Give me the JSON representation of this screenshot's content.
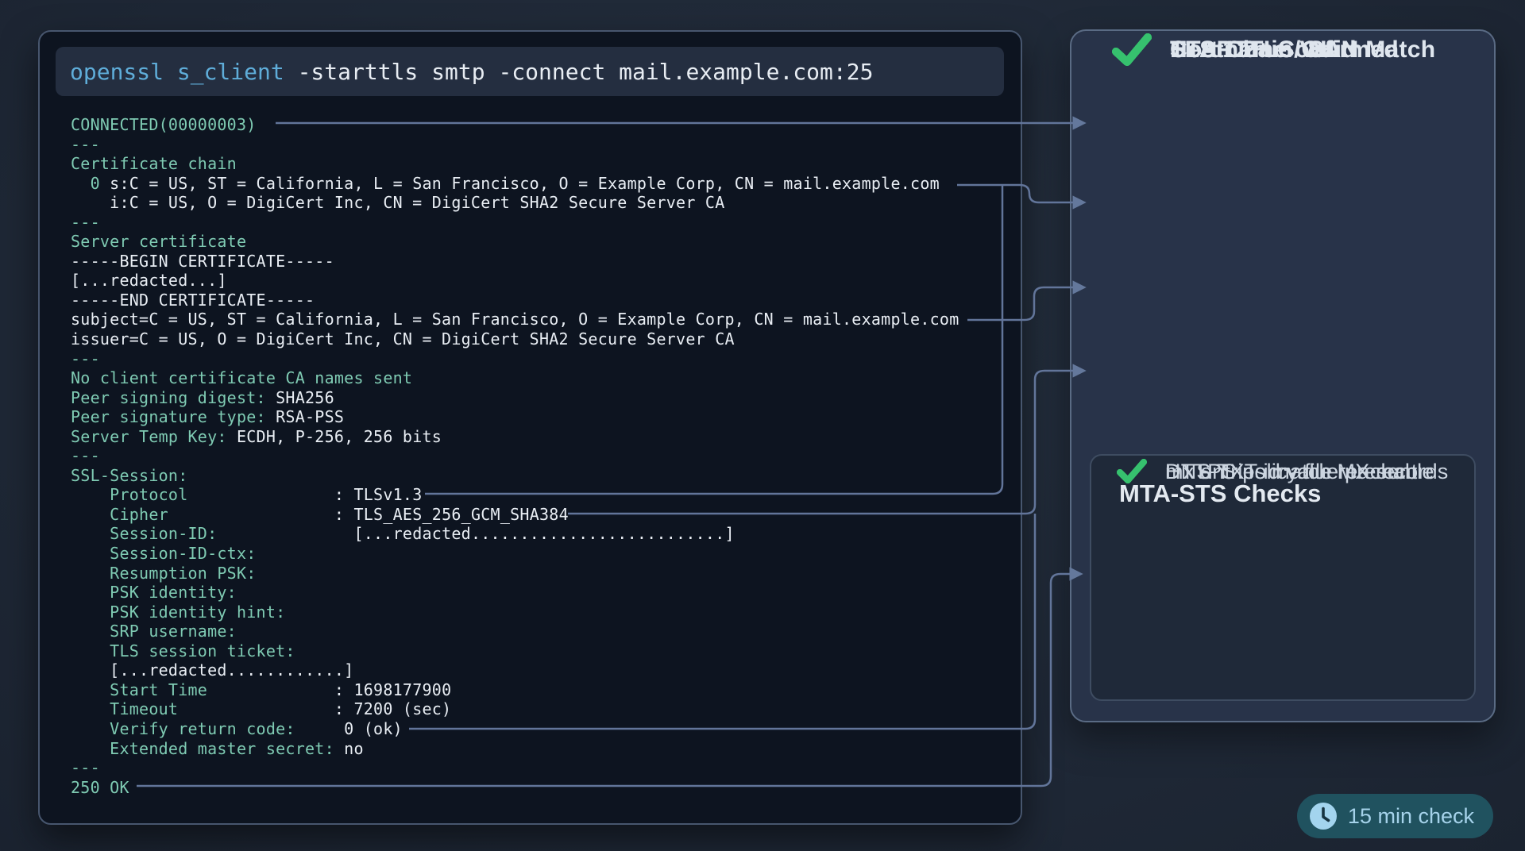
{
  "command": {
    "highlight": "openssl s_client",
    "rest": " -starttls smtp -connect mail.example.com:25"
  },
  "terminal": {
    "lines": [
      {
        "a": "CONNECTED(00000003)",
        "p": ""
      },
      {
        "a": "---",
        "p": ""
      },
      {
        "a": "Certificate chain",
        "p": ""
      },
      {
        "a": "  0 ",
        "p": "s:C = US, ST = California, L = San Francisco, O = Example Corp, CN = mail.example.com"
      },
      {
        "a": "",
        "p": "    i:C = US, O = DigiCert Inc, CN = DigiCert SHA2 Secure Server CA"
      },
      {
        "a": "---",
        "p": ""
      },
      {
        "a": "Server certificate",
        "p": ""
      },
      {
        "a": "",
        "p": "-----BEGIN CERTIFICATE-----"
      },
      {
        "a": "",
        "p": "[...redacted...]"
      },
      {
        "a": "",
        "p": "-----END CERTIFICATE-----"
      },
      {
        "a": "",
        "p": "subject=C = US, ST = California, L = San Francisco, O = Example Corp, CN = mail.example.com"
      },
      {
        "a": "",
        "p": "issuer=C = US, O = DigiCert Inc, CN = DigiCert SHA2 Secure Server CA"
      },
      {
        "a": "---",
        "p": ""
      },
      {
        "a": "No client certificate CA names sent",
        "p": ""
      },
      {
        "a": "Peer signing digest: ",
        "p": "SHA256"
      },
      {
        "a": "Peer signature type: ",
        "p": "RSA-PSS"
      },
      {
        "a": "Server Temp Key: ",
        "p": "ECDH, P-256, 256 bits"
      },
      {
        "a": "---",
        "p": ""
      },
      {
        "a": "SSL-Session:",
        "p": ""
      },
      {
        "a": "    Protocol",
        "p": "               : TLSv1.3"
      },
      {
        "a": "    Cipher",
        "p": "                 : TLS_AES_256_GCM_SHA384"
      },
      {
        "a": "    Session-ID:",
        "p": "              [...redacted..........................]"
      },
      {
        "a": "    Session-ID-ctx:",
        "p": ""
      },
      {
        "a": "    Resumption PSK:",
        "p": ""
      },
      {
        "a": "    PSK identity:",
        "p": ""
      },
      {
        "a": "    PSK identity hint:",
        "p": ""
      },
      {
        "a": "    SRP username:",
        "p": ""
      },
      {
        "a": "    TLS session ticket:",
        "p": ""
      },
      {
        "a": "",
        "p": "    [...redacted............]"
      },
      {
        "a": "    Start Time",
        "p": "             : 1698177900"
      },
      {
        "a": "    Timeout",
        "p": "                : 7200 (sec)"
      },
      {
        "a": "    Verify return code:",
        "p": "     0 (ok)"
      },
      {
        "a": "    Extended master secret: ",
        "p": "no"
      },
      {
        "a": "---",
        "p": ""
      },
      {
        "a": "250 OK",
        "p": ""
      }
    ]
  },
  "panel": {
    "checks": [
      "STARTTLS OK",
      "Cert Chain Valid",
      "Hostname / SAN Match",
      "TLS 1.2+ Confirmed"
    ]
  },
  "mta_sts": {
    "title": "MTA-STS Checks",
    "checks": [
      "DNS TXT id value present",
      "HTTPS policy file reachable",
      "mx entries match MX records"
    ]
  },
  "badge": {
    "label": "15 min check"
  },
  "colors": {
    "terminal_accent": "#7fcbb3",
    "terminal_text": "#e9eef4",
    "command_highlight": "#5fadd9",
    "check_green": "#36c16e",
    "connector": "#62759a",
    "badge_bg": "#20525f",
    "badge_text": "#a5d2ea"
  }
}
